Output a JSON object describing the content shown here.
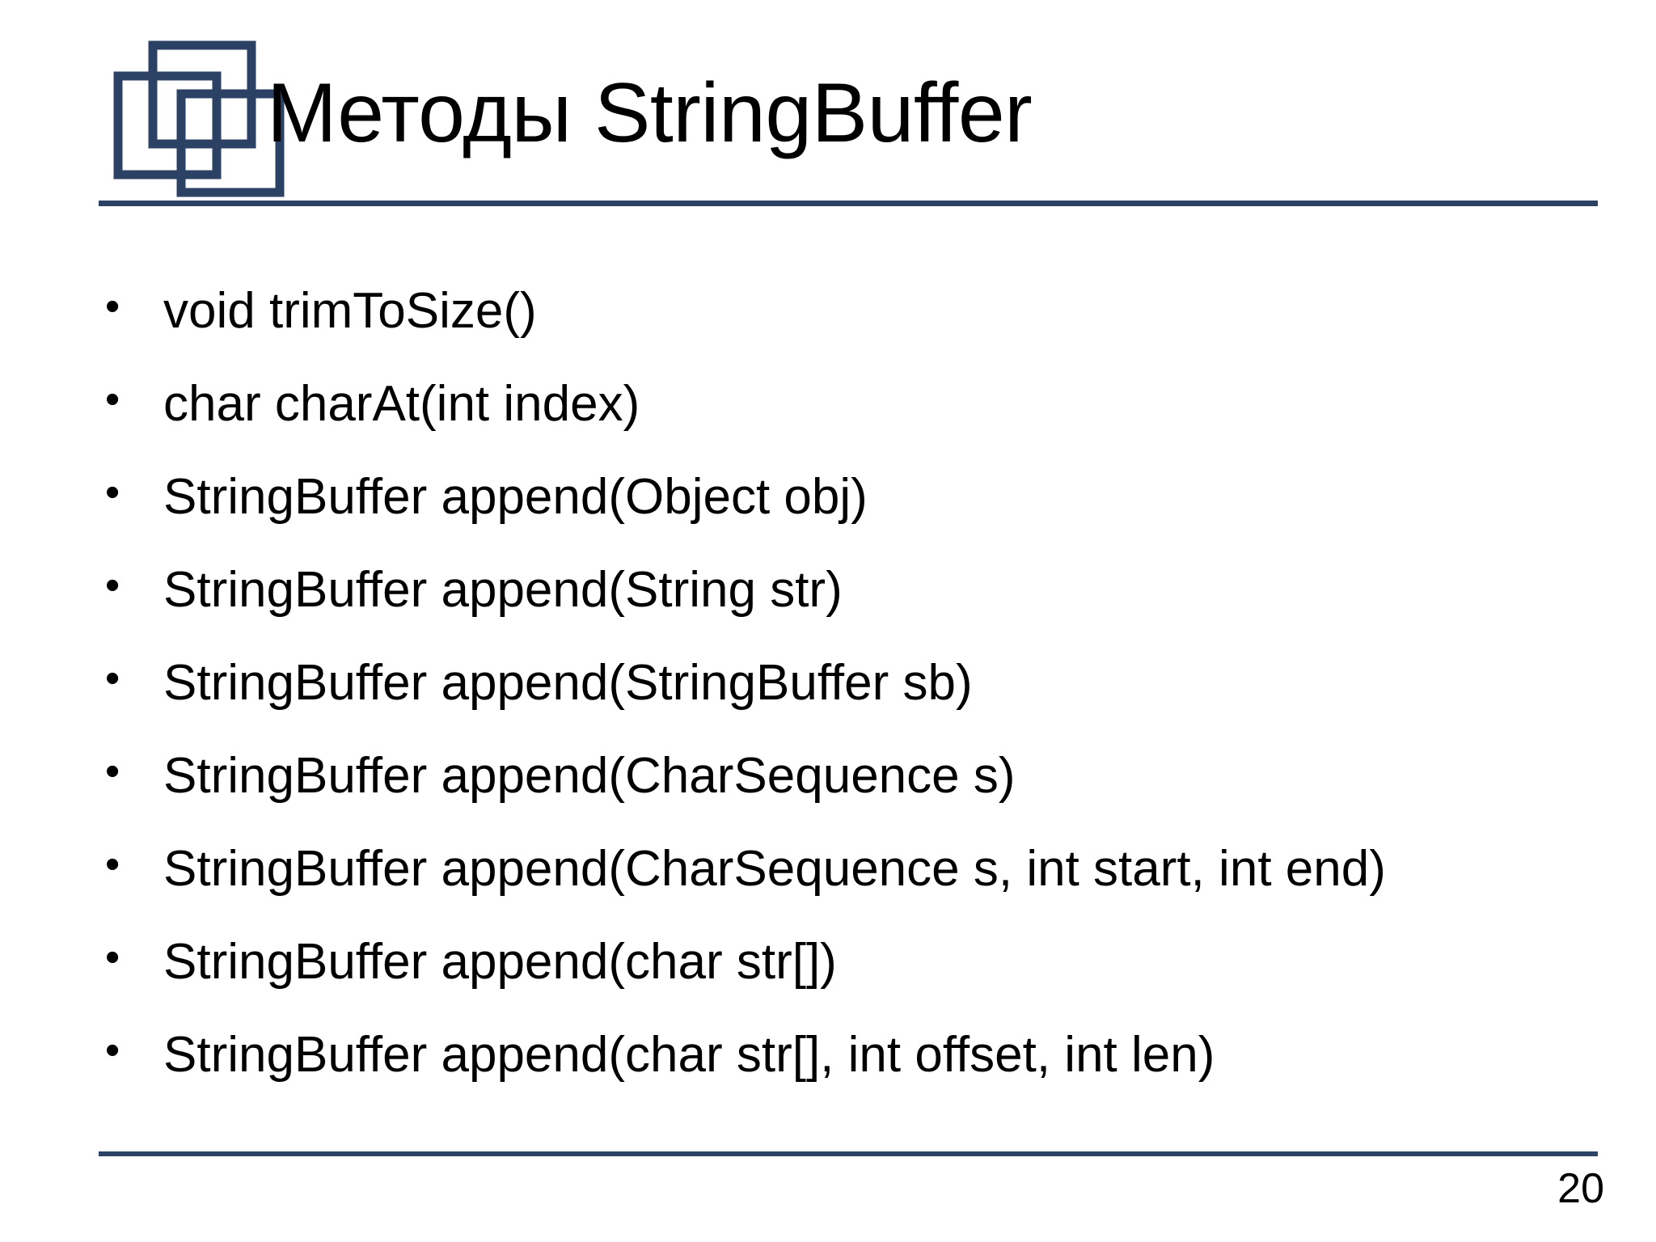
{
  "slide": {
    "title": "Методы StringBuffer",
    "page_number": "20",
    "accent_color": "#2b4264",
    "text_color": "#000000",
    "background_color": "#ffffff",
    "bullet_glyph": "•",
    "logo": {
      "icon_name": "three-overlapping-squares-logo",
      "stroke_color": "#2b4264"
    },
    "bullets": [
      {
        "text": "void trimToSize()"
      },
      {
        "text": "char charAt(int index)"
      },
      {
        "text": "StringBuffer append(Object obj)"
      },
      {
        "text": "StringBuffer append(String str)"
      },
      {
        "text": "StringBuffer append(StringBuffer sb)"
      },
      {
        "text": "StringBuffer append(CharSequence s)"
      },
      {
        "text": "StringBuffer append(CharSequence s, int start, int end)"
      },
      {
        "text": "StringBuffer append(char str[])"
      },
      {
        "text": "StringBuffer append(char str[], int offset, int len)"
      }
    ]
  }
}
